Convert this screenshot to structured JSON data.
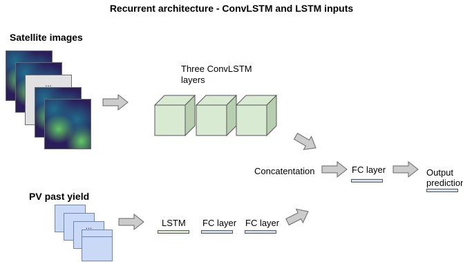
{
  "title": "Recurrent architecture - ConvLSTM and LSTM inputs",
  "satellite": {
    "label": "Satellite images",
    "ellipsis": "..."
  },
  "convlstm": {
    "label_line1": "Three ConvLSTM",
    "label_line2": "layers"
  },
  "pv": {
    "label": "PV past yield",
    "ellipsis": "..."
  },
  "lstm_branch": {
    "lstm_label": "LSTM",
    "fc1_label": "FC layer",
    "fc2_label": "FC layer"
  },
  "merge": {
    "concat_label": "Concatentation",
    "fc_label": "FC layer",
    "output_line1": "Output",
    "output_line2": "prediction"
  },
  "colors": {
    "cube_face": "#d9ead3",
    "cube_side": "#b7cfae",
    "lstm_bar": "#d9ead3",
    "fc_bar": "#cfe0f3",
    "arrow_fill": "#cccccc",
    "arrow_stroke": "#666666",
    "pv_card": "#c9d9f6",
    "satellite_dark": "#2b1d5a",
    "satellite_mid": "#1f6e8c",
    "satellite_bright": "#5ec962"
  }
}
